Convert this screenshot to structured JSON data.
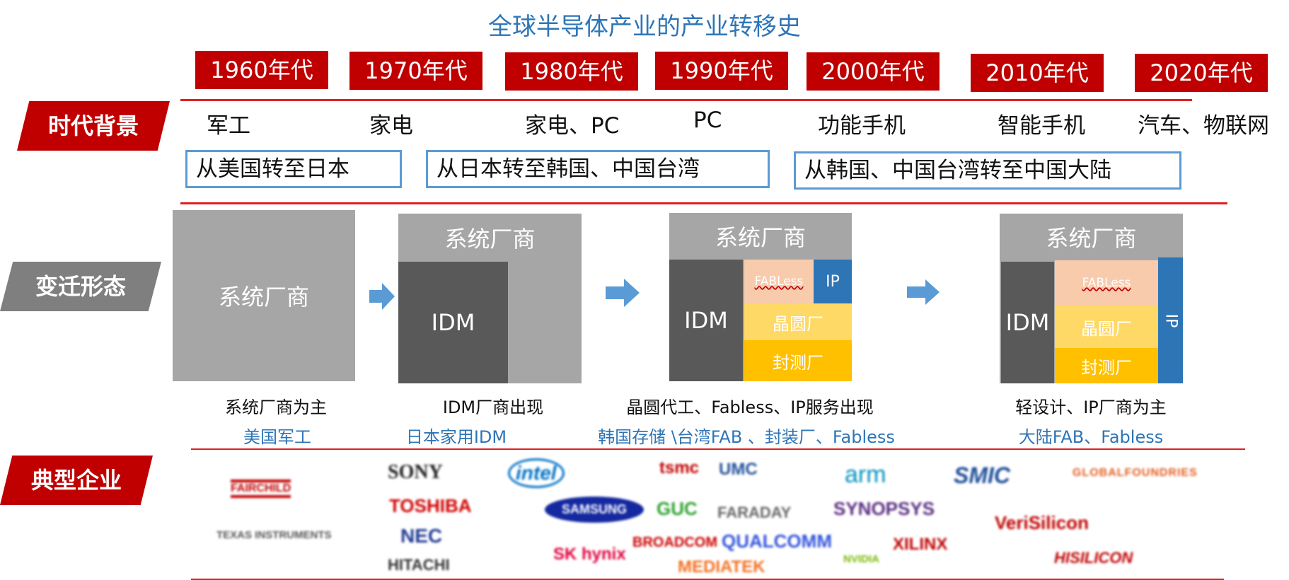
{
  "title": "全球半导体产业的产业转移史",
  "decades": [
    "1960年代",
    "1970年代",
    "1980年代",
    "1990年代",
    "2000年代",
    "2010年代",
    "2020年代"
  ],
  "side_labels": {
    "background": "时代背景",
    "forms": "变迁形态",
    "companies": "典型企业"
  },
  "backgrounds": [
    "军工",
    "家电",
    "家电、PC",
    "PC",
    "功能手机",
    "智能手机",
    "汽车、物联网"
  ],
  "transfers": [
    "从美国转至日本",
    "从日本转至韩国、中国台湾",
    "从韩国、中国台湾转至中国大陆"
  ],
  "stages": [
    {
      "blocks": {
        "system": "系统厂商"
      },
      "caption": "系统厂商为主",
      "subcaption": "美国军工"
    },
    {
      "blocks": {
        "system": "系统厂商",
        "idm": "IDM"
      },
      "caption": "IDM厂商出现",
      "subcaption": "日本家用IDM"
    },
    {
      "blocks": {
        "system": "系统厂商",
        "idm": "IDM",
        "fabless": "FABLess",
        "ip": "IP",
        "fab": "晶圆厂",
        "package": "封测厂"
      },
      "caption": "晶圆代工、Fabless、IP服务出现",
      "subcaption": "韩国存储 \\台湾FAB 、封装厂、Fabless"
    },
    {
      "blocks": {
        "system": "系统厂商",
        "idm": "IDM",
        "fabless": "FABLess",
        "ip": "IP",
        "fab": "晶圆厂",
        "package": "封测厂"
      },
      "caption": "轻设计、IP厂商为主",
      "subcaption": "大陆FAB、Fabless"
    }
  ],
  "logos": [
    {
      "text": "FAIRCHILD",
      "color": "#c00000"
    },
    {
      "text": "TEXAS INSTRUMENTS",
      "color": "#555555"
    },
    {
      "text": "SONY",
      "color": "#222222"
    },
    {
      "text": "TOSHIBA",
      "color": "#d00000"
    },
    {
      "text": "NEC",
      "color": "#1f3a93"
    },
    {
      "text": "HITACHI",
      "color": "#333333"
    },
    {
      "text": "intel",
      "color": "#0071c5"
    },
    {
      "text": "SAMSUNG",
      "color": "#1428a0"
    },
    {
      "text": "SK hynix",
      "color": "#e0003c"
    },
    {
      "text": "tsmc",
      "color": "#c00000"
    },
    {
      "text": "GUC",
      "color": "#2ca02c"
    },
    {
      "text": "BROADCOM",
      "color": "#cc0000"
    },
    {
      "text": "UMC",
      "color": "#1f4e9b"
    },
    {
      "text": "FARADAY",
      "color": "#666666"
    },
    {
      "text": "QUALCOMM",
      "color": "#3253dc"
    },
    {
      "text": "MEDIATEK",
      "color": "#f37021"
    },
    {
      "text": "arm",
      "color": "#0091bd"
    },
    {
      "text": "SYNOPSYS",
      "color": "#5a2d82"
    },
    {
      "text": "NVIDIA",
      "color": "#76b900"
    },
    {
      "text": "XILINX",
      "color": "#c00000"
    },
    {
      "text": "SMIC",
      "color": "#1f4e9b"
    },
    {
      "text": "VeriSilicon",
      "color": "#c00000"
    },
    {
      "text": "HISILICON",
      "color": "#c00000"
    },
    {
      "text": "GLOBALFOUNDRIES",
      "color": "#e25c1e"
    }
  ]
}
